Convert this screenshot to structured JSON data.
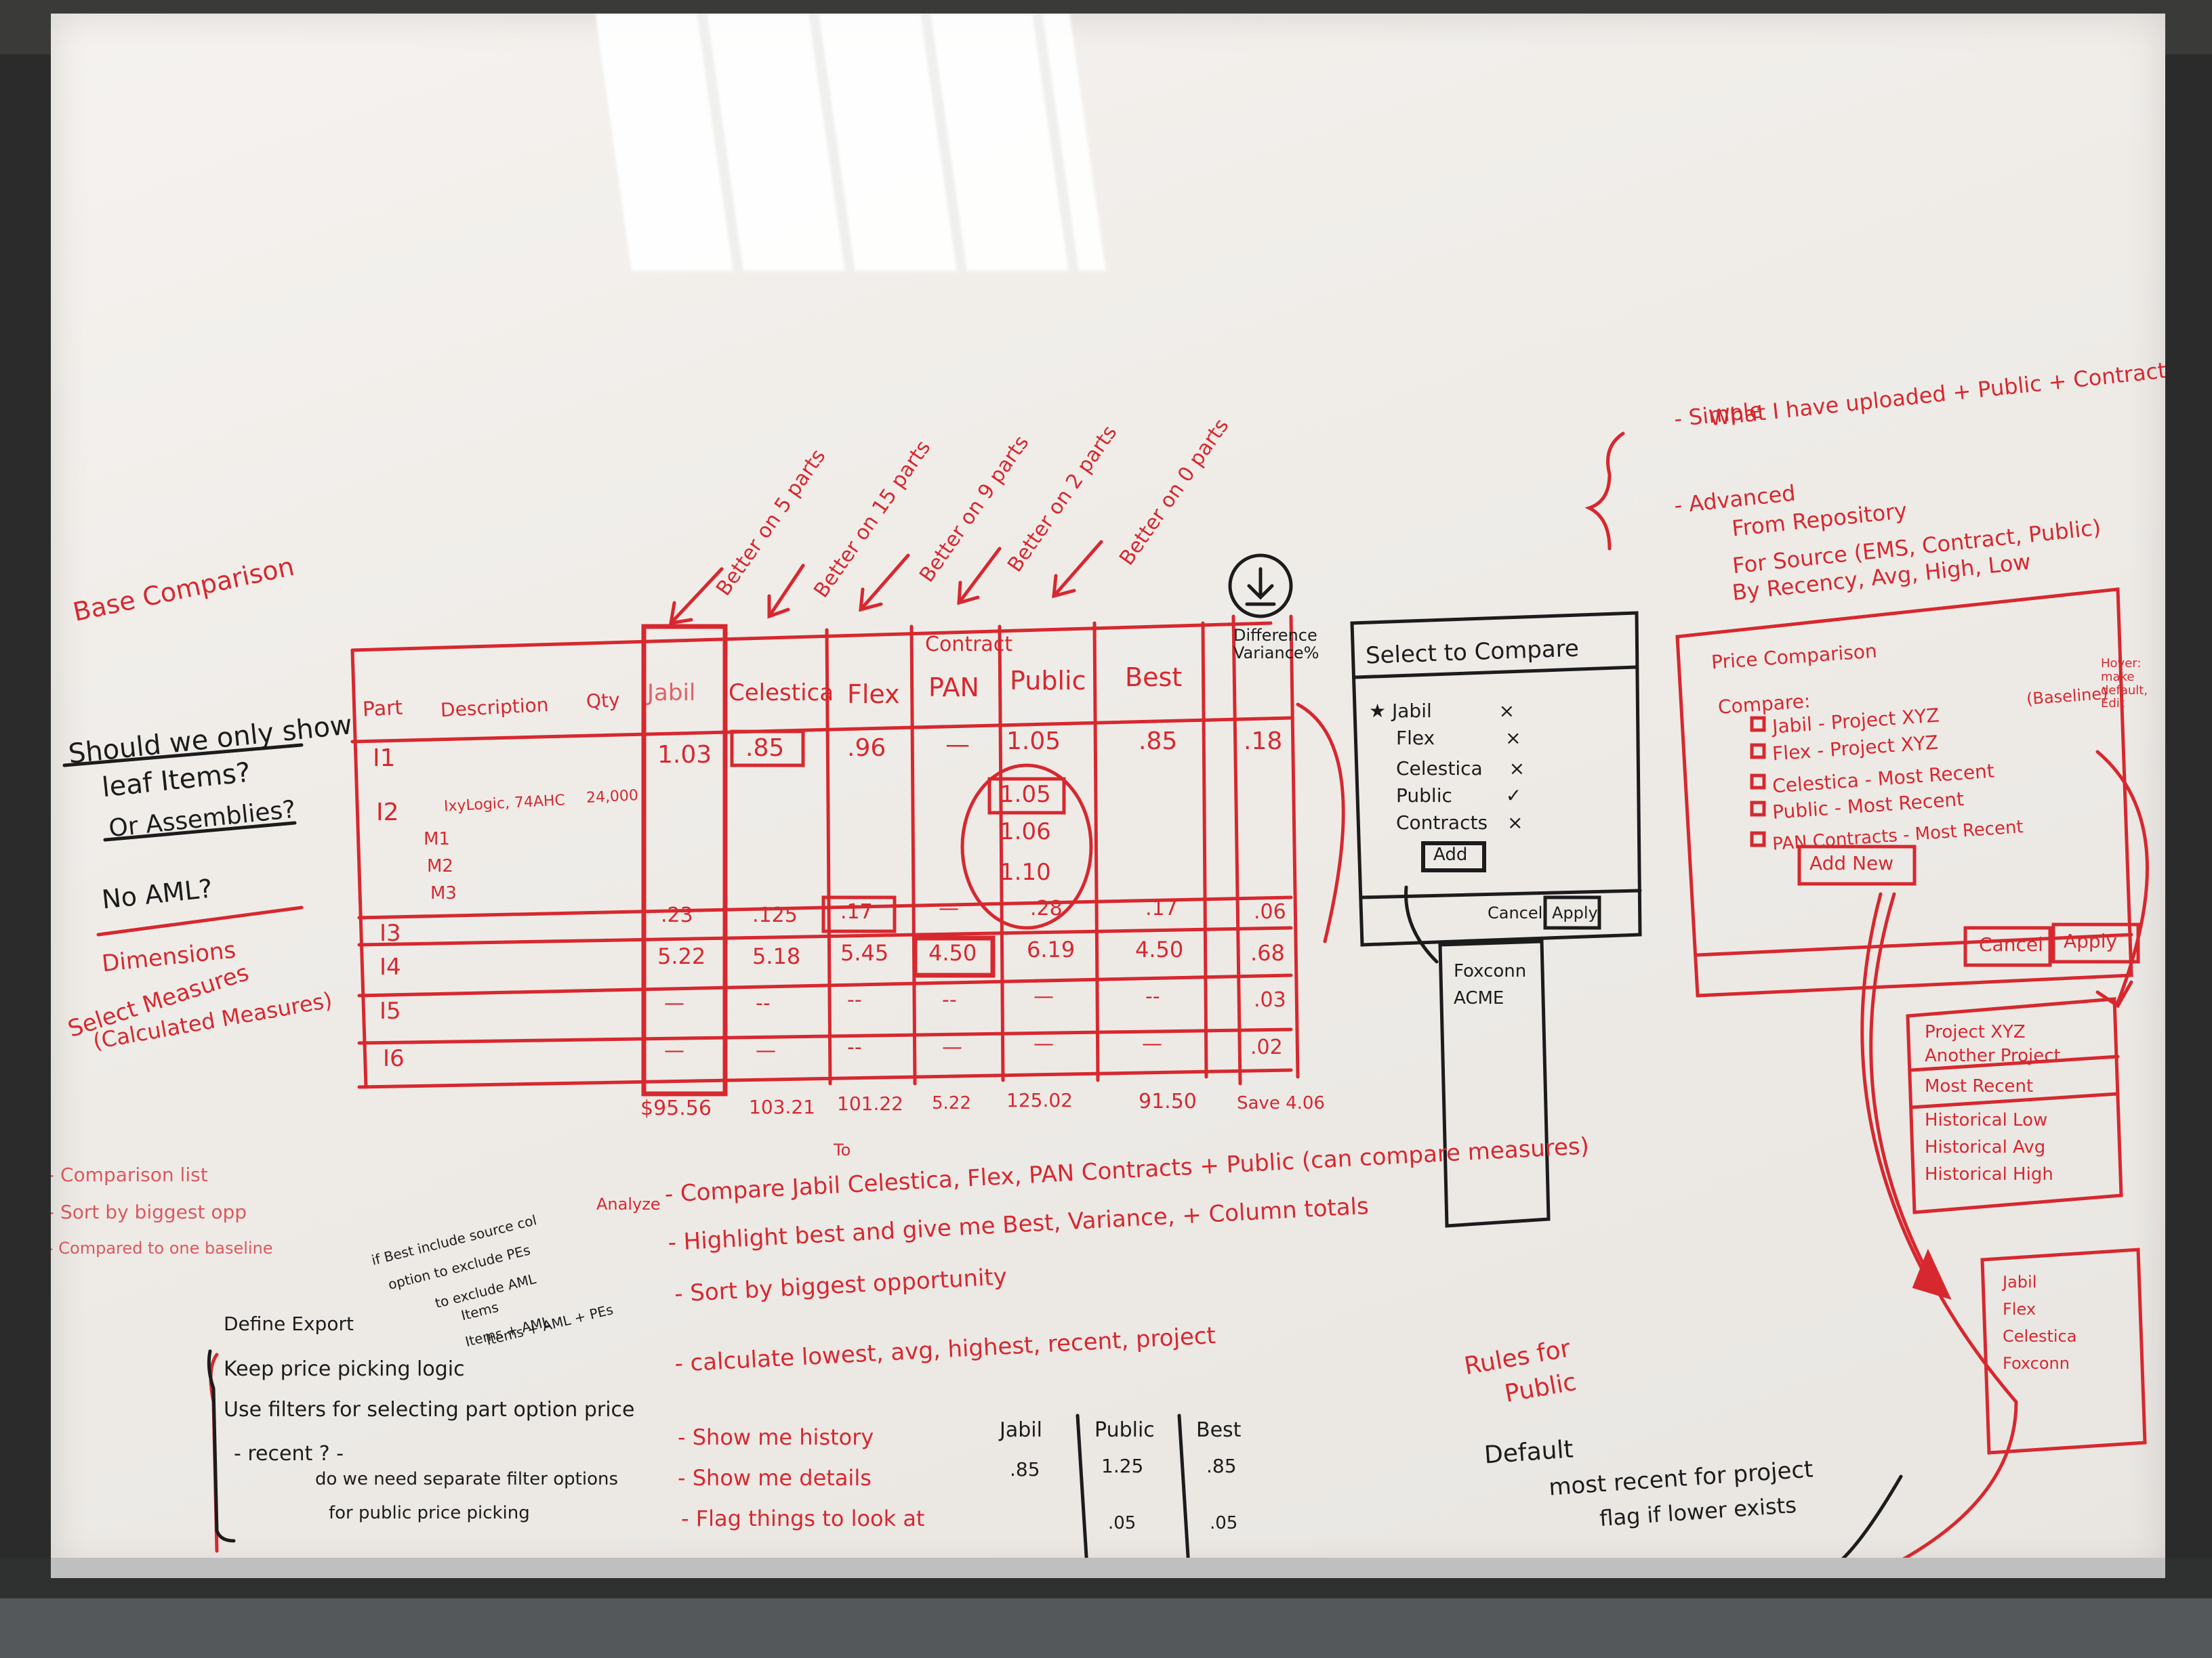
{
  "colors": {
    "red_marker": "#d7282f",
    "black_marker": "#1c1c1c",
    "board": "#efece8"
  },
  "left_notes": {
    "title": "Base Comparison",
    "q1": "Should we only show",
    "q2": "leaf Items?",
    "q3": "Or Assemblies?",
    "q4": "No AML?",
    "dim1": "Dimensions",
    "dim2": "Select Measures",
    "dim3": "(Calculated Measures)"
  },
  "arrow_notes": [
    "Better on 5 parts",
    "Better on 15 parts",
    "Better on 9 parts",
    "Better on 2 parts",
    "Better on 0 parts"
  ],
  "table": {
    "contract_label": "Contract",
    "headers": [
      "Part",
      "Description",
      "Qty",
      "Jabil",
      "Celestica",
      "Flex",
      "PAN",
      "Public",
      "Best",
      "Difference Variance%"
    ],
    "rows": [
      [
        "I1",
        "",
        "",
        "1.03",
        ".85",
        ".96",
        "—",
        "1.05",
        ".85",
        ".18"
      ],
      [
        "I2",
        "IxyLogic, 74AHC",
        "24,000",
        "",
        "",
        "",
        "",
        "1.05",
        "",
        ""
      ],
      [
        "I3",
        "",
        "",
        ".23",
        ".125",
        ".17",
        "—",
        ".28",
        ".17",
        ".06"
      ],
      [
        "I4",
        "",
        "",
        "5.22",
        "5.18",
        "5.45",
        "4.50",
        "6.19",
        "4.50",
        ".68"
      ],
      [
        "I5",
        "",
        "",
        "—",
        "--",
        "--",
        "--",
        "—",
        "--",
        ".03"
      ],
      [
        "I6",
        "",
        "",
        "—",
        "—",
        "--",
        "—",
        "—",
        "—",
        ".02"
      ]
    ],
    "sub_items": [
      "M1",
      "M2",
      "M3"
    ],
    "history_values": [
      "1.06",
      "1.10"
    ],
    "totals": [
      "$95.56",
      "103.21",
      "101.22",
      "5.22",
      "125.02",
      "91.50",
      "Save 4.06"
    ]
  },
  "select_dialog": {
    "title": "Select to Compare",
    "items": [
      "Jabil",
      "Flex",
      "Celestica",
      "Public",
      "Contracts"
    ],
    "add": "Add",
    "cancel": "Cancel",
    "apply": "Apply",
    "popup": [
      "Foxconn",
      "ACME"
    ]
  },
  "right_notes": {
    "simple1": "- Simple",
    "simple2": "What I have uploaded + Public + Contract",
    "adv1": "- Advanced",
    "adv2": "From Repository",
    "adv3": "For Source (EMS, Contract, Public)",
    "adv4": "By Recency, Avg, High, Low"
  },
  "price_dialog": {
    "title": "Price Comparison",
    "compare": "Compare:",
    "rows": [
      "Jabil - Project XYZ",
      "Flex - Project XYZ",
      "Celestica - Most Recent",
      "Public - Most Recent",
      "PAN Contracts - Most Recent"
    ],
    "baseline": "(Baseline)",
    "side_note": "Hover: make default, Edit",
    "add_new": "Add New",
    "cancel": "Cancel",
    "apply": "Apply",
    "dropdown": [
      "Project XYZ",
      "Another Project",
      "Most Recent",
      "Historical Low",
      "Historical Avg",
      "Historical High"
    ],
    "list2": [
      "Jabil",
      "Flex",
      "Celestica",
      "Foxconn"
    ]
  },
  "mid_left_notes": [
    "- Comparison list",
    "- Sort by biggest opp",
    "- Compared to one baseline"
  ],
  "analyze": {
    "label": "Analyze",
    "to": "To",
    "lines": [
      "- Compare Jabil Celestica, Flex, PAN Contracts + Public (can compare measures)",
      "- Highlight best and give me Best, Variance, + Column totals",
      "- Sort by biggest opportunity",
      "- calculate lowest, avg, highest, recent, project",
      "- Show me history",
      "- Show me details",
      "- Flag things to look at"
    ]
  },
  "export": {
    "label": "Define Export",
    "opt1": "if Best include source col",
    "opt2": "option to exclude PEs",
    "opt3": "to exclude AML",
    "opt4": "Items",
    "opt5": "Items + AML",
    "opt6": "Items + AML + PEs",
    "lines": [
      "Keep price picking logic",
      "Use filters for selecting part option price",
      "- recent ? -",
      "do we need separate filter options",
      "for public price picking"
    ]
  },
  "mini_table": {
    "headers": [
      "Jabil",
      "Public",
      "Best"
    ],
    "row1": [
      ".85",
      "1.25",
      ".85"
    ],
    "row2": [
      "",
      ".05",
      ".05"
    ]
  },
  "rules": {
    "title1": "Rules for",
    "title2": "Public",
    "l1": "Default",
    "l2": "most recent for project",
    "l3": "flag if lower exists"
  }
}
